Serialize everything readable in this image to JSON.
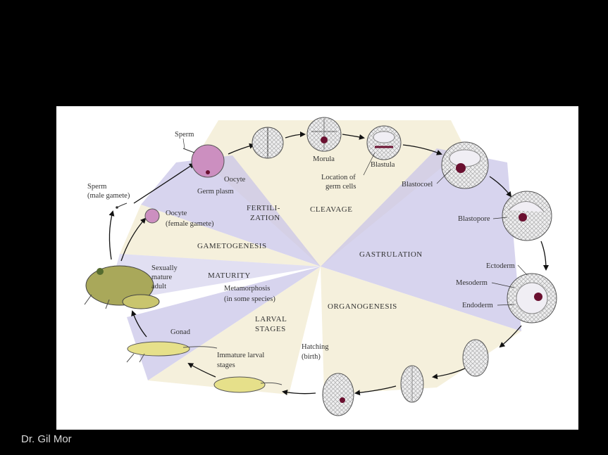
{
  "footer": {
    "author": "Dr. Gil Mor"
  },
  "colors": {
    "background": "#000000",
    "panel": "#ffffff",
    "lavender": "#c9c5e8",
    "cream": "#f5f0dc",
    "egg_pink": "#cc8fc0",
    "frog_yellow": "#c9c56e",
    "germ_cells": "#6a1030"
  },
  "diagram": {
    "stages": {
      "fertilization_1": "FERTILI-",
      "fertilization_2": "ZATION",
      "cleavage": "CLEAVAGE",
      "gastrulation": "GASTRULATION",
      "organogenesis": "ORGANOGENESIS",
      "gametogenesis": "GAMETOGENESIS",
      "maturity": "MATURITY",
      "larval_1": "LARVAL",
      "larval_2": "STAGES"
    },
    "labels": {
      "sperm_top": "Sperm",
      "oocyte_top": "Oocyte",
      "germ_plasm": "Germ plasm",
      "morula": "Morula",
      "blastula": "Blastula",
      "germ_cells_1": "Location of",
      "germ_cells_2": "germ cells",
      "blastocoel": "Blastocoel",
      "blastopore": "Blastopore",
      "ectoderm": "Ectoderm",
      "mesoderm": "Mesoderm",
      "endoderm": "Endoderm",
      "sperm_left_1": "Sperm",
      "sperm_left_2": "(male gamete)",
      "oocyte_left_1": "Oocyte",
      "oocyte_left_2": "(female gamete)",
      "adult_1": "Sexually",
      "adult_2": "mature",
      "adult_3": "adult",
      "metamorphosis_1": "Metamorphosis",
      "metamorphosis_2": "(in some species)",
      "gonad": "Gonad",
      "immature_1": "Immature larval",
      "immature_2": "stages",
      "hatching_1": "Hatching",
      "hatching_2": "(birth)"
    }
  }
}
